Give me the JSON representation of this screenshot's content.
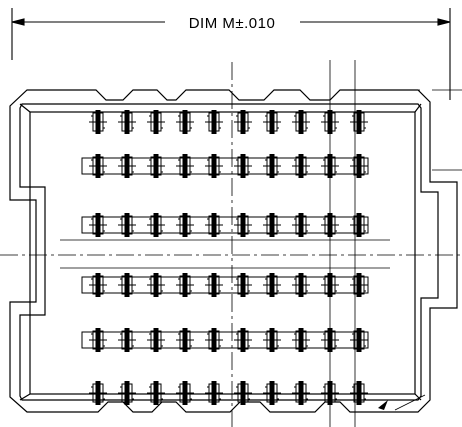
{
  "dimension": {
    "label": "DIM M±.010"
  },
  "connector": {
    "pin_columns": 10,
    "inner_rows": 4,
    "edge_rows": 2
  },
  "colors": {
    "line": "#000000",
    "background": "#ffffff"
  }
}
